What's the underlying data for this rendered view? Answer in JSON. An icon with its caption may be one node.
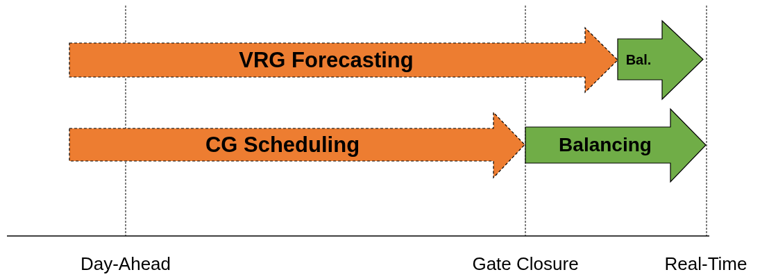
{
  "diagram": {
    "nodes": [
      {
        "text": [
          "VRG Forecasting"
        ]
      },
      {
        "text": [
          "Bal."
        ]
      },
      {
        "text": [
          "CG Scheduling"
        ]
      },
      {
        "text": [
          "Balancing"
        ]
      }
    ],
    "labels": [
      "Day-Ahead",
      "Gate Closure",
      "Real-Time"
    ]
  }
}
